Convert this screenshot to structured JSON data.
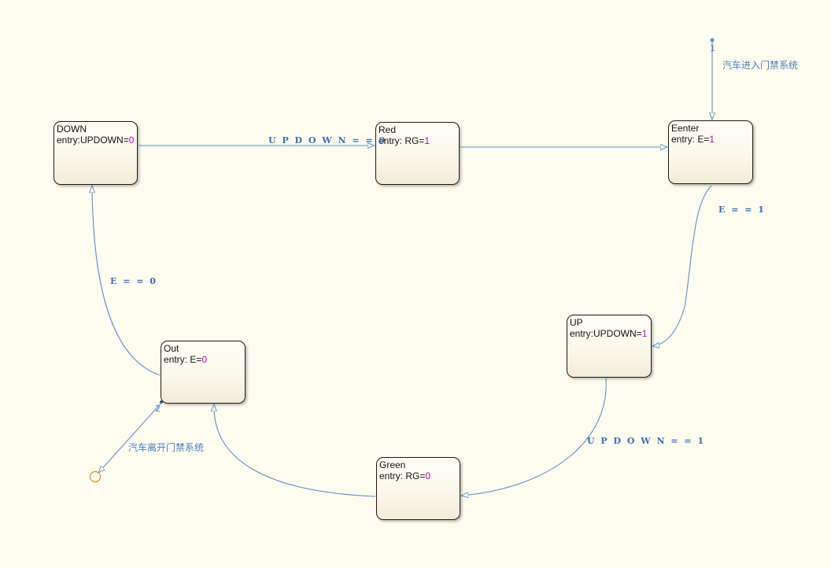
{
  "colors": {
    "background": "#fefcee",
    "transition_line": "#5b8fd0",
    "action_value": "#c000c0",
    "terminal": "#e08a20"
  },
  "states": {
    "down": {
      "name": "DOWN",
      "action_prefix": "entry:UPDOWN=",
      "action_value": "0"
    },
    "red": {
      "name": "Red",
      "action_prefix": "entry: RG=",
      "action_value": "1"
    },
    "eenter": {
      "name": "Eenter",
      "action_prefix": "entry: E=",
      "action_value": "1"
    },
    "up": {
      "name": "UP",
      "action_prefix": "entry:UPDOWN=",
      "action_value": "1"
    },
    "green": {
      "name": "Green",
      "action_prefix": "entry: RG=",
      "action_value": "0"
    },
    "out": {
      "name": "Out",
      "action_prefix": "entry: E=",
      "action_value": "0"
    }
  },
  "transitions": {
    "down_to_red": "U P D O W N = = 0",
    "eenter_to_up": "E = = 1",
    "up_to_green": "U P D O W N = = 1",
    "out_to_down": "E = = 0"
  },
  "junctions": {
    "entry_order": "1",
    "entry_note": "汽车进入门禁系统",
    "exit_order": "2",
    "exit_note": "汽车离开门禁系统"
  }
}
